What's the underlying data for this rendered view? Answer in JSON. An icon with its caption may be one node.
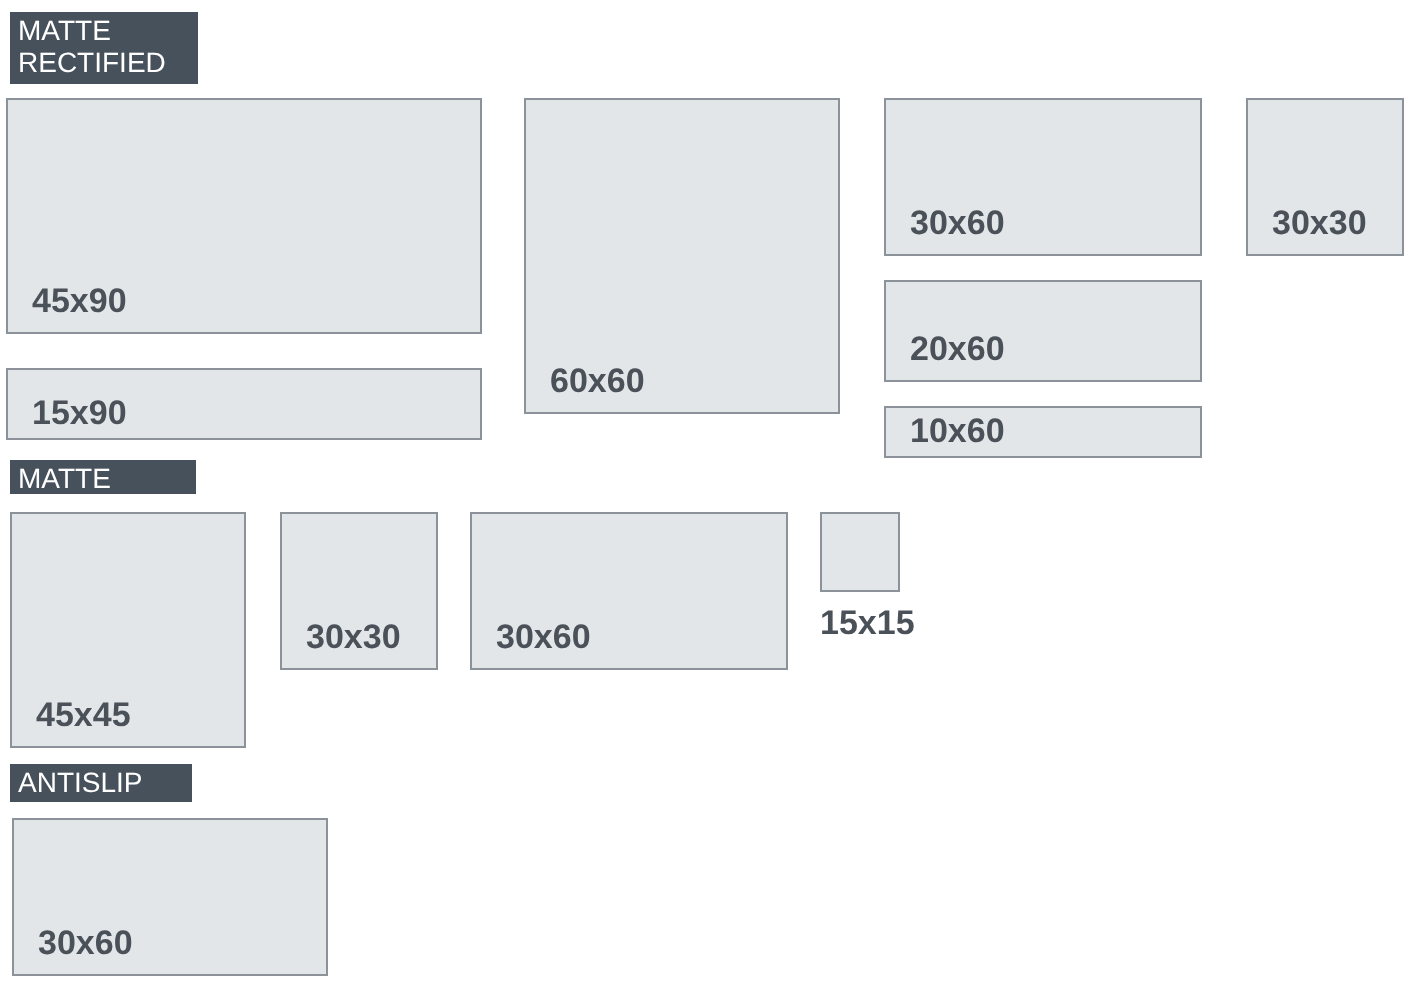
{
  "diagram": {
    "nodes": [
      {
        "text": [
          "MATTE RECTIFIED"
        ]
      },
      {
        "text": [
          "45x90"
        ]
      },
      {
        "text": [
          "60x60"
        ]
      },
      {
        "text": [
          "30x60"
        ]
      },
      {
        "text": [
          "30x30"
        ]
      },
      {
        "text": [
          "20x60"
        ]
      },
      {
        "text": [
          "15x90"
        ]
      },
      {
        "text": [
          "10x60"
        ]
      },
      {
        "text": [
          "MATTE"
        ]
      },
      {
        "text": [
          "45x45"
        ]
      },
      {
        "text": [
          "30x30"
        ]
      },
      {
        "text": [
          "30x60"
        ]
      },
      {
        "text": [],
        "shape": "box",
        "beside": [
          "15x15"
        ]
      },
      {
        "text": [
          "ANTISLIP"
        ]
      },
      {
        "text": [
          "30x60"
        ]
      }
    ],
    "edges": []
  }
}
